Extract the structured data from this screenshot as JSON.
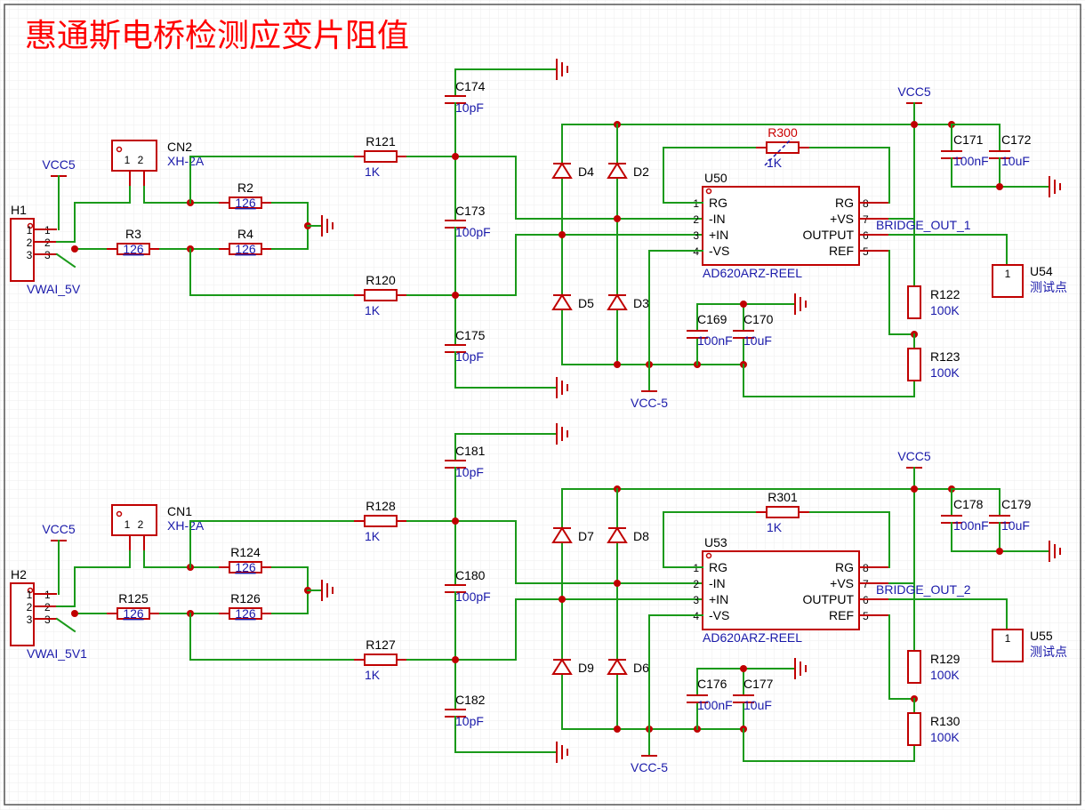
{
  "title": "惠通斯电桥检测应变片阻值",
  "colors": {
    "wire": "#1a9a1a",
    "part": "#c00000",
    "title": "#ff0000",
    "value": "#1a1aaa"
  },
  "top": {
    "h": {
      "ref": "H1",
      "value": "VWAI_5V",
      "pins": [
        "1",
        "2",
        "3"
      ]
    },
    "vcc_left": "VCC5",
    "cn": {
      "ref": "CN2",
      "value": "XH-2A",
      "pins": [
        "1",
        "2"
      ]
    },
    "r_a": {
      "ref": "R2",
      "value": "126"
    },
    "r_b": {
      "ref": "R3",
      "value": "126"
    },
    "r_c": {
      "ref": "R4",
      "value": "126"
    },
    "r_top": {
      "ref": "R121",
      "value": "1K"
    },
    "r_bot": {
      "ref": "R120",
      "value": "1K"
    },
    "c_top": {
      "ref": "C174",
      "value": "10pF"
    },
    "c_mid": {
      "ref": "C173",
      "value": "100pF"
    },
    "c_bot": {
      "ref": "C175",
      "value": "10pF"
    },
    "d1": "D4",
    "d2": "D2",
    "d3": "D5",
    "d4": "D3",
    "rg": {
      "ref": "R300",
      "value": "1K"
    },
    "u": {
      "ref": "U50",
      "value": "AD620ARZ-REEL",
      "left_pins": [
        {
          "num": "1",
          "name": "RG"
        },
        {
          "num": "2",
          "name": "-IN"
        },
        {
          "num": "3",
          "name": "+IN"
        },
        {
          "num": "4",
          "name": "-VS"
        }
      ],
      "right_pins": [
        {
          "num": "8",
          "name": "RG"
        },
        {
          "num": "7",
          "name": "+VS"
        },
        {
          "num": "6",
          "name": "OUTPUT"
        },
        {
          "num": "5",
          "name": "REF"
        }
      ]
    },
    "vcc_right": "VCC5",
    "c_a": {
      "ref": "C171",
      "value": "100nF"
    },
    "c_b": {
      "ref": "C172",
      "value": "10uF"
    },
    "c_c": {
      "ref": "C169",
      "value": "100nF"
    },
    "c_d": {
      "ref": "C170",
      "value": "10uF"
    },
    "vneg": "VCC-5",
    "net_out": "BRIDGE_OUT_1",
    "tp": {
      "ref": "U54",
      "value": "测试点",
      "pin": "1"
    },
    "r_x": {
      "ref": "R122",
      "value": "100K"
    },
    "r_y": {
      "ref": "R123",
      "value": "100K"
    }
  },
  "bottom": {
    "h": {
      "ref": "H2",
      "value": "VWAI_5V1",
      "pins": [
        "1",
        "2",
        "3"
      ]
    },
    "vcc_left": "VCC5",
    "cn": {
      "ref": "CN1",
      "value": "XH-2A",
      "pins": [
        "1",
        "2"
      ]
    },
    "r_a": {
      "ref": "R124",
      "value": "126"
    },
    "r_b": {
      "ref": "R125",
      "value": "126"
    },
    "r_c": {
      "ref": "R126",
      "value": "126"
    },
    "r_top": {
      "ref": "R128",
      "value": "1K"
    },
    "r_bot": {
      "ref": "R127",
      "value": "1K"
    },
    "c_top": {
      "ref": "C181",
      "value": "10pF"
    },
    "c_mid": {
      "ref": "C180",
      "value": "100pF"
    },
    "c_bot": {
      "ref": "C182",
      "value": "10pF"
    },
    "d1": "D7",
    "d2": "D8",
    "d3": "D9",
    "d4": "D6",
    "rg": {
      "ref": "R301",
      "value": "1K"
    },
    "u": {
      "ref": "U53",
      "value": "AD620ARZ-REEL",
      "left_pins": [
        {
          "num": "1",
          "name": "RG"
        },
        {
          "num": "2",
          "name": "-IN"
        },
        {
          "num": "3",
          "name": "+IN"
        },
        {
          "num": "4",
          "name": "-VS"
        }
      ],
      "right_pins": [
        {
          "num": "8",
          "name": "RG"
        },
        {
          "num": "7",
          "name": "+VS"
        },
        {
          "num": "6",
          "name": "OUTPUT"
        },
        {
          "num": "5",
          "name": "REF"
        }
      ]
    },
    "vcc_right": "VCC5",
    "c_a": {
      "ref": "C178",
      "value": "100nF"
    },
    "c_b": {
      "ref": "C179",
      "value": "10uF"
    },
    "c_c": {
      "ref": "C176",
      "value": "100nF"
    },
    "c_d": {
      "ref": "C177",
      "value": "10uF"
    },
    "vneg": "VCC-5",
    "net_out": "BRIDGE_OUT_2",
    "tp": {
      "ref": "U55",
      "value": "测试点",
      "pin": "1"
    },
    "r_x": {
      "ref": "R129",
      "value": "100K"
    },
    "r_y": {
      "ref": "R130",
      "value": "100K"
    }
  }
}
